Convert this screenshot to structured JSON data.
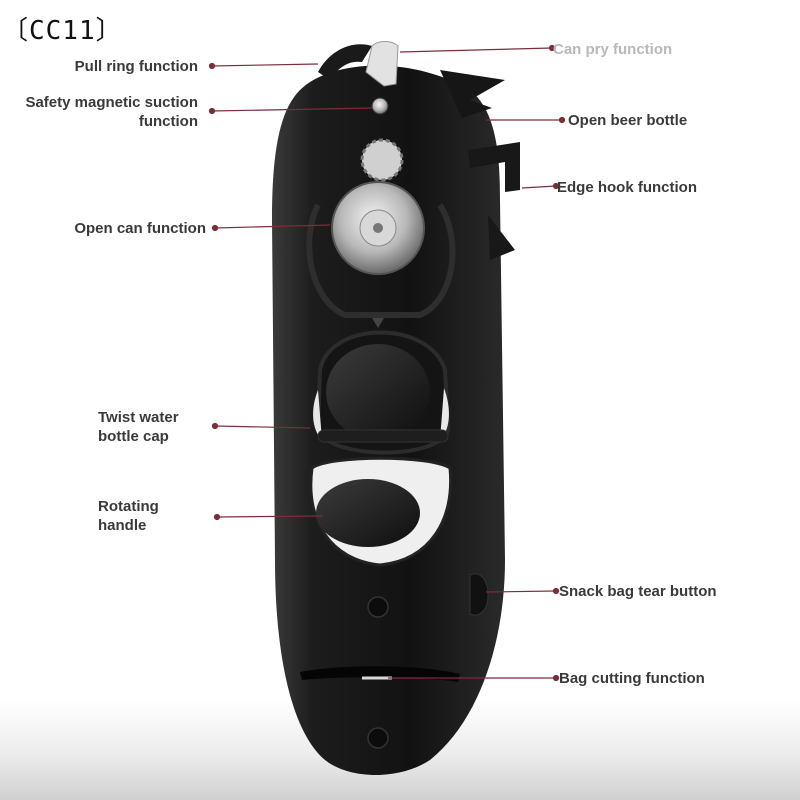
{
  "brand": "〔CC11〕",
  "labels": {
    "pull_ring": "Pull ring function",
    "safety_magnetic": "Safety magnetic suction\nfunction",
    "open_can": "Open can function",
    "twist_cap": "Twist water\nbottle cap",
    "rotating_handle": "Rotating\nhandle",
    "can_pry": "Can pry function",
    "open_beer": "Open beer bottle",
    "edge_hook": "Edge hook function",
    "snack_bag": "Snack bag tear button",
    "bag_cutting": "Bag cutting function"
  },
  "colors": {
    "leader": "#7a2e3a",
    "label": "#3a3a3a",
    "body": "#151515"
  }
}
